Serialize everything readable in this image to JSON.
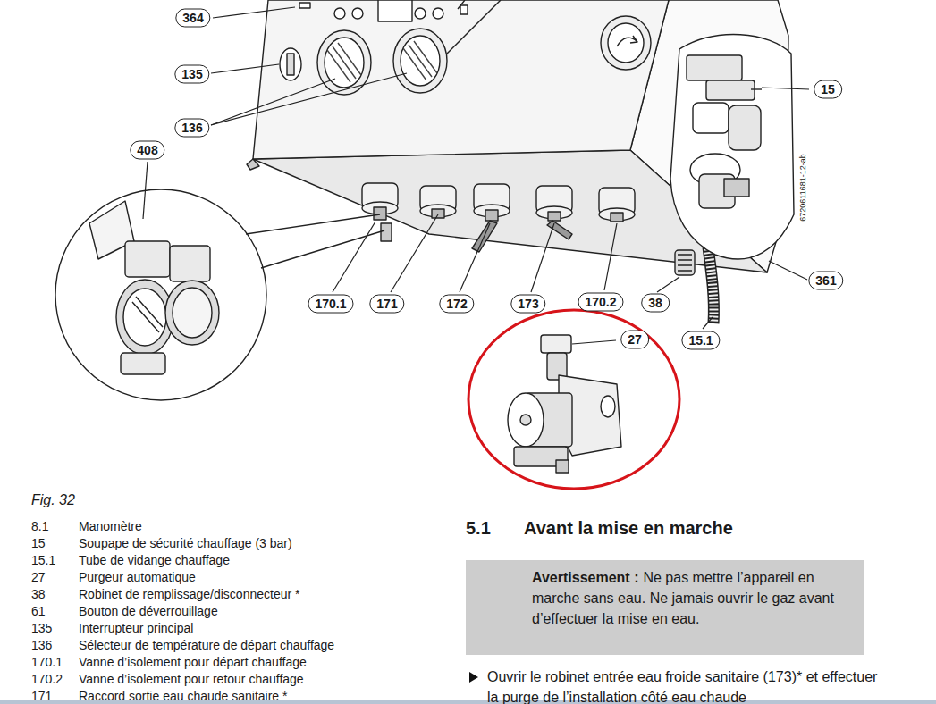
{
  "diagram": {
    "title": "Avant la mise en marche",
    "nodes": [
      {
        "text": [
          "Avertissement :",
          "Ne pas mettre l’appareil en marche sans eau. Ne jamais ouvrir le gaz avant d’effectuer la mise en eau."
        ]
      }
    ],
    "labels": [
      "364",
      "135",
      "136",
      "408",
      "15",
      "170.1",
      "171",
      "172",
      "173",
      "170.2",
      "38",
      "361",
      "27",
      "15.1",
      "6720611681-12-ab",
      "Fig. 32",
      "8.1",
      "Manomètre",
      "15",
      "Soupape de sécurité chauffage (3 bar)",
      "15.1",
      "Tube de vidange chauffage",
      "27",
      "Purgeur automatique",
      "38",
      "Robinet de remplissage/disconnecteur *",
      "61",
      "Bouton de déverrouillage",
      "135",
      "Interrupteur principal",
      "136",
      "Sélecteur de température de départ chauffage",
      "170.1",
      "Vanne d’isolement pour départ chauffage",
      "170.2",
      "Vanne d’isolement pour retour chauffage",
      "171",
      "Raccord sortie eau chaude sanitaire *",
      "5.1",
      "Ouvrir le robinet entrée eau froide sanitaire (173)* et effectuer la purge de l’installation côté eau chaude"
    ]
  }
}
